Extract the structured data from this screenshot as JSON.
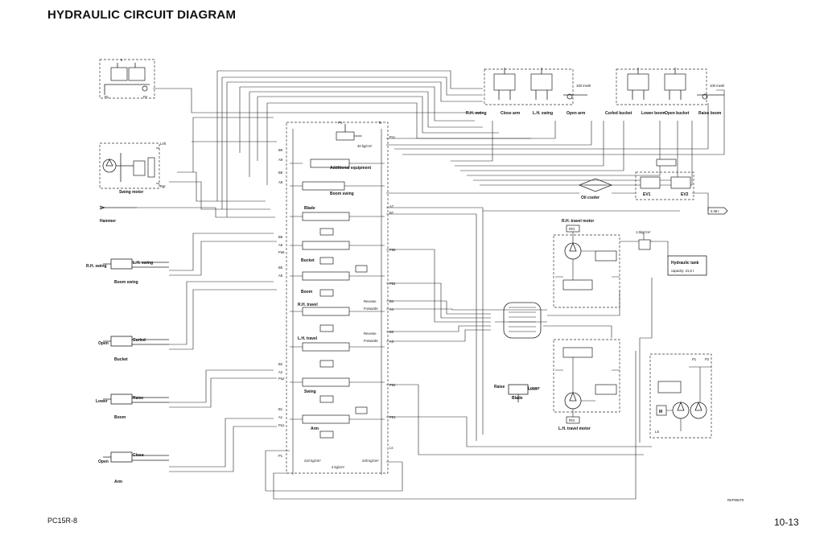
{
  "title": "HYDRAULIC CIRCUIT DIAGRAM",
  "footer": {
    "model": "PC15R-8",
    "page": "10-13",
    "drawing_code": "RKP05070"
  },
  "labels": {
    "swing_motor": "Swing motor",
    "hammer": "Hammer",
    "rh_swing_left": "R.H. swing",
    "lh_swing_left": "L.H. swing",
    "boom_swing": "Boom swing",
    "open_bucket": "Open",
    "curled_bucket": "Curled",
    "bucket": "Bucket",
    "lower_boom": "Lower",
    "raise_boom": "Raise",
    "boom": "Boom",
    "open_arm": "Open",
    "close_arm": "Close",
    "arm": "Arm",
    "additional_equipment": "Additional equipment",
    "boom_swing_valve": "Boom swing",
    "blade_valve": "Blade",
    "bucket_valve": "Bucket",
    "boom_valve": "Boom",
    "rh_travel_valve": "R.H. travel",
    "lh_travel_valve": "L.H. travel",
    "swing_valve": "Swing",
    "arm_valve": "Arm",
    "reverse1": "Reverse",
    "forwards1": "Forwards",
    "reverse2": "Reverse",
    "forwards2": "Forwards",
    "rh_swing_top": "R.H. swing",
    "close_arm_top": "Close arm",
    "lh_swing_top": "L.H. swing",
    "open_arm_top": "Open arm",
    "curled_bucket_top": "Curled bucket",
    "lower_boom_top": "Lower boom",
    "open_bucket_top": "Open bucket",
    "raise_boom_top": "Raise boom",
    "mesh1": "100 mesh",
    "mesh2": "100 mesh",
    "oil_cooler": "Oil cooler",
    "ev1": "EV1",
    "ev2": "EV2",
    "rh_travel_motor": "R.H. travel motor",
    "lh_travel_motor": "L.H. travel motor",
    "rg1": "R/G",
    "rg2": "R/G",
    "hydraulic_tank": "Hydraulic tank",
    "tank_capacity": "capacity: 21,6 ℓ",
    "pressure_038": "0.38 ℓ",
    "raise_blade": "Raise",
    "lower_blade": "Lower",
    "blade": "Blade",
    "p_30": "30 kg/cm²",
    "p_210": "210 kg/cm²",
    "p_240": "240 kg/cm²",
    "p_4": "4 kg/cm²",
    "p_15": "1.5kg/cm²",
    "left": "Left",
    "right": "Rgt"
  },
  "ports_left": [
    "B9",
    "A9",
    "B8",
    "A8",
    "B6",
    "A6",
    "Pa6",
    "B5",
    "A5",
    "B2",
    "A2",
    "Pa2",
    "B1",
    "A1",
    "Pa1",
    "P1"
  ],
  "ports_right": [
    "P11",
    "A7",
    "B7",
    "P86",
    "P84",
    "B4",
    "A4",
    "B3",
    "A3",
    "P82",
    "P81",
    "Ls"
  ]
}
